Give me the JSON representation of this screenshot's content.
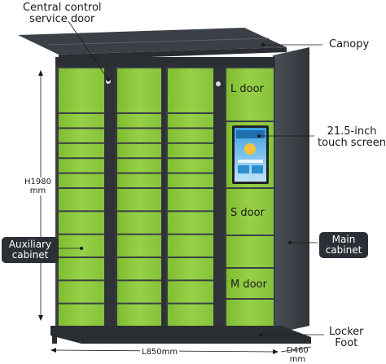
{
  "labels": {
    "central_control": [
      "Central control",
      "service door"
    ],
    "canopy": "Canopy",
    "touch_screen": [
      "21.5-inch",
      "touch screen"
    ],
    "main_cabinet": [
      "Main",
      "cabinet"
    ],
    "auxiliary_cabinet": [
      "Auxiliary",
      "cabinet"
    ],
    "locker_foot": [
      "Locker",
      "Foot"
    ]
  },
  "doors": {
    "l_door": "L door",
    "s_door": "S door",
    "m_door": "M door"
  },
  "dimensions": {
    "height": [
      "H1980",
      "mm"
    ],
    "width": "L850mm",
    "depth": [
      "D460",
      "mm"
    ]
  },
  "colors": {
    "door_green": "#8cc63f",
    "frame_gray": "#3a3f44",
    "tag_bg": "#2c3036"
  }
}
